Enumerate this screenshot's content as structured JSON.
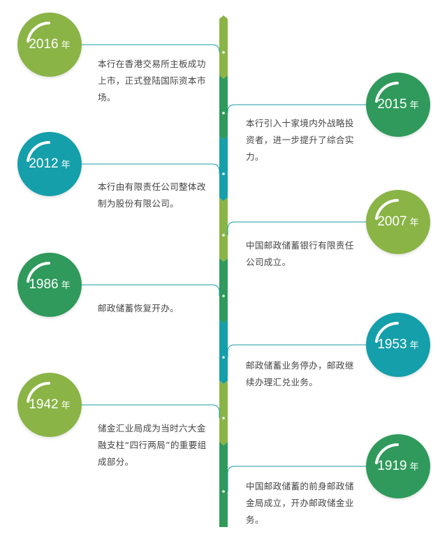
{
  "colors": {
    "lime": "#8ab446",
    "green": "#2f9a5b",
    "teal": "#159faa",
    "line": "#1a9ba3",
    "text": "#444444"
  },
  "events": [
    {
      "year": "2016",
      "unit": "年",
      "side": "left",
      "color": "lime",
      "text": "本行在香港交易所主板成功上市，正式登陆国际资本市场。"
    },
    {
      "year": "2015",
      "unit": "年",
      "side": "right",
      "color": "green",
      "text": "本行引入十家境内外战略投资者，进一步提升了综合实力。"
    },
    {
      "year": "2012",
      "unit": "年",
      "side": "left",
      "color": "teal",
      "text": "本行由有限责任公司整体改制为股份有限公司。"
    },
    {
      "year": "2007",
      "unit": "年",
      "side": "right",
      "color": "lime",
      "text": "中国邮政储蓄银行有限责任公司成立。"
    },
    {
      "year": "1986",
      "unit": "年",
      "side": "left",
      "color": "green",
      "text": "邮政储蓄恢复开办。"
    },
    {
      "year": "1953",
      "unit": "年",
      "side": "right",
      "color": "teal",
      "text": "邮政储蓄业务停办，邮政继续办理汇兑业务。"
    },
    {
      "year": "1942",
      "unit": "年",
      "side": "left",
      "color": "lime",
      "text": "储金汇业局成为当时六大金融支柱“四行两局”的重要组成部分。"
    },
    {
      "year": "1919",
      "unit": "年",
      "side": "right",
      "color": "green",
      "text": "中国邮政储蓄的前身邮政储金局成立，开办邮政储金业务。"
    }
  ]
}
